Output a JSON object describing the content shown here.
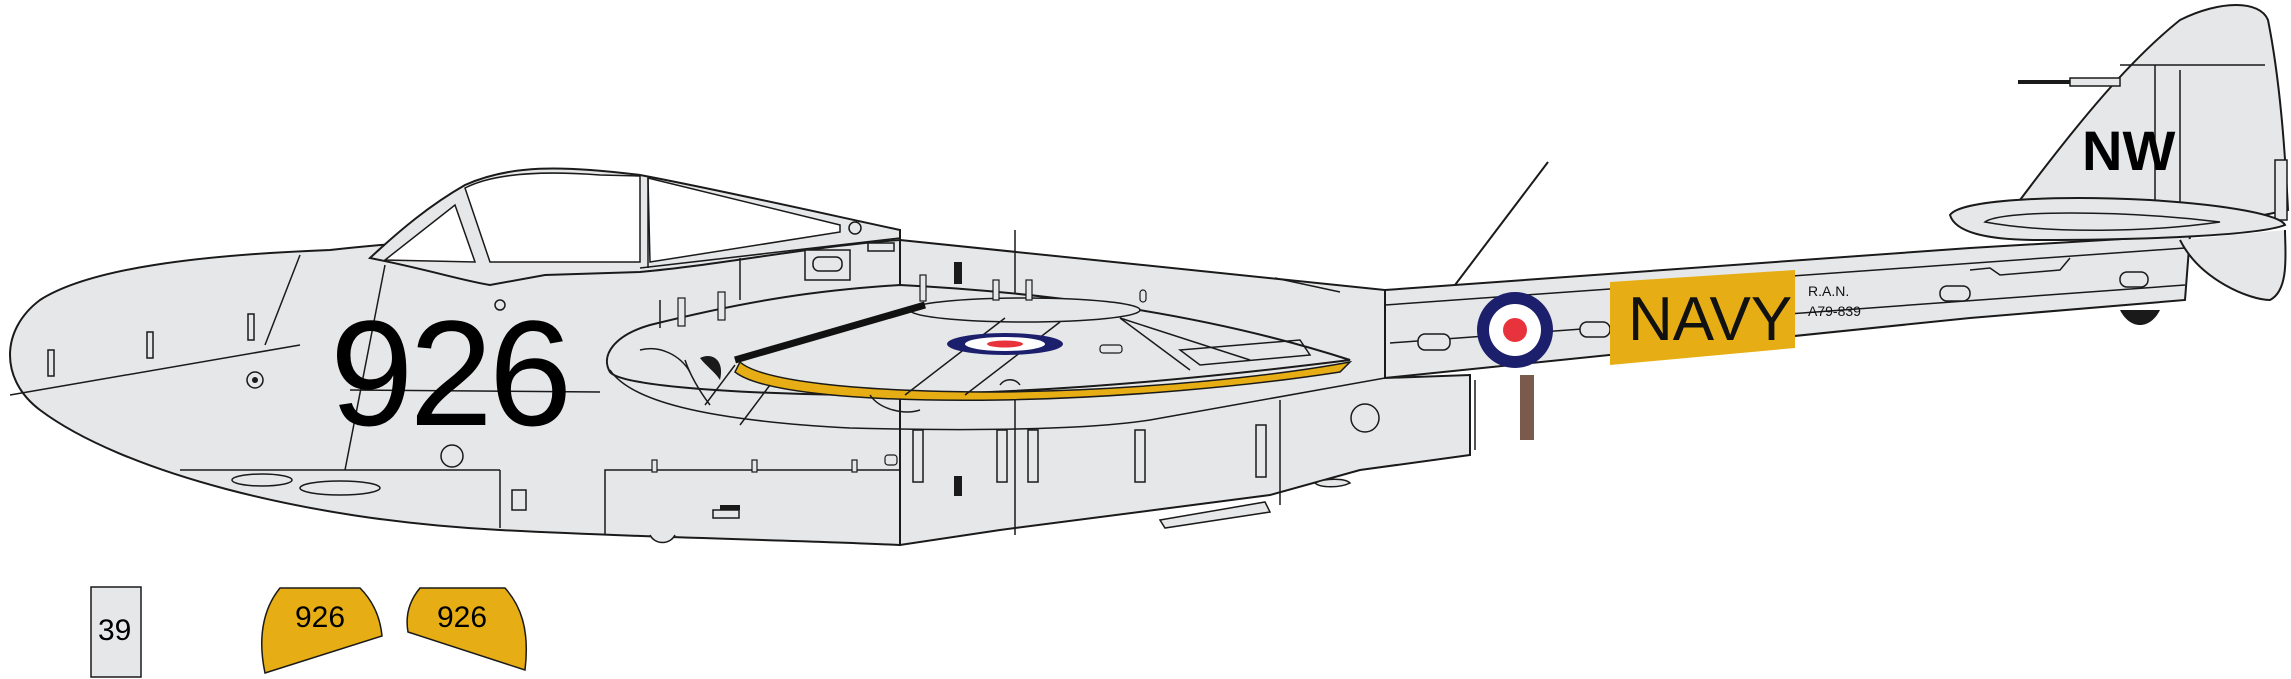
{
  "aircraft": {
    "side_code": "926",
    "fin_code": "NW",
    "band_label": "NAVY",
    "service": "R.A.N.",
    "serial": "A79-839"
  },
  "decals": {
    "box_number": "39",
    "left_panel_code": "926",
    "right_panel_code": "926"
  },
  "colors": {
    "airframe": "#e6e7e8",
    "outline": "#1a1a1a",
    "band_yellow": "#e6ae14",
    "roundel_blue": "#1c1f6b",
    "roundel_red": "#e8323c",
    "roundel_white": "#ffffff",
    "undercarriage_brown": "#7a5a4a"
  }
}
